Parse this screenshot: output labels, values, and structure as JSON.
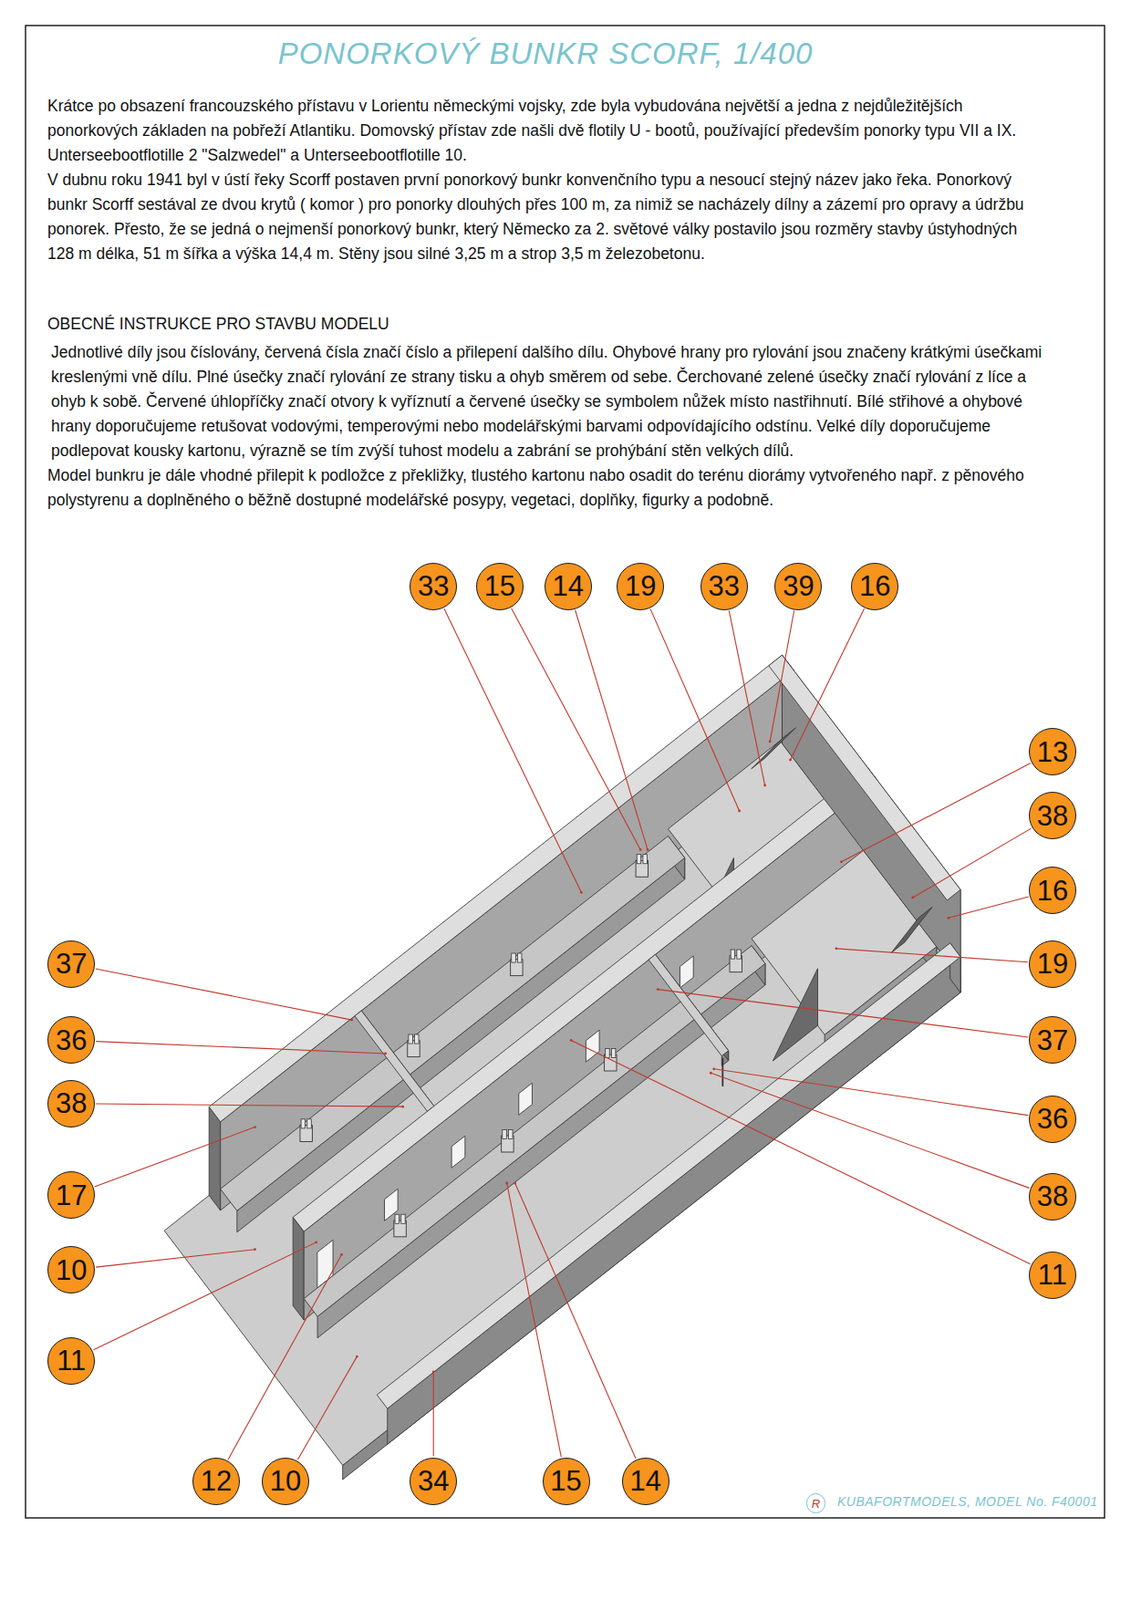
{
  "diagram": {
    "title": "PONORKOVÝ BUNKR SCORF, 1/400",
    "nodes": [
      {
        "text": [
          "33"
        ]
      },
      {
        "text": [
          "15"
        ]
      },
      {
        "text": [
          "14"
        ]
      },
      {
        "text": [
          "19"
        ]
      },
      {
        "text": [
          "33"
        ]
      },
      {
        "text": [
          "39"
        ]
      },
      {
        "text": [
          "16"
        ]
      },
      {
        "text": [
          "13"
        ]
      },
      {
        "text": [
          "38"
        ]
      },
      {
        "text": [
          "16"
        ]
      },
      {
        "text": [
          "19"
        ]
      },
      {
        "text": [
          "37"
        ]
      },
      {
        "text": [
          "36"
        ]
      },
      {
        "text": [
          "38"
        ]
      },
      {
        "text": [
          "11"
        ]
      },
      {
        "text": [
          "37"
        ]
      },
      {
        "text": [
          "36"
        ]
      },
      {
        "text": [
          "38"
        ]
      },
      {
        "text": [
          "17"
        ]
      },
      {
        "text": [
          "10"
        ]
      },
      {
        "text": [
          "11"
        ]
      },
      {
        "text": [
          "12"
        ]
      },
      {
        "text": [
          "10"
        ]
      },
      {
        "text": [
          "34"
        ]
      },
      {
        "text": [
          "15"
        ]
      },
      {
        "text": [
          "14"
        ]
      },
      {
        "text": [
          "R"
        ]
      }
    ],
    "labels": [
      "Krátce po obsazení francouzského přístavu v Lorientu německými vojsky, zde byla vybudována největší a jedna z nejdůležitějších ponorkových základen na pobřeží Atlantiku. Domovský přístav zde našli dvě flotily U - bootů, používající především ponorky typu VII a IX. Unterseebootflotille 2 \"Salzwedel\" a Unterseebootflotille 10.",
      "V dubnu roku 1941 byl v ústí řeky Scorff postaven první ponorkový bunkr konvenčního typu a nesoucí stejný název jako řeka. Ponorkový bunkr Scorff sestával ze dvou krytů ( komor ) pro ponorky dlouhých přes 100 m, za nimiž se nacházely dílny a zázemí pro opravy a údržbu ponorek. Přesto, že se jedná o nejmenší ponorkový bunkr, který Německo za 2. světové války postavilo jsou rozměry stavby ústyhodných 128 m délka, 51 m šířka a výška 14,4 m. Stěny jsou silné 3,25 m a strop 3,5 m železobetonu.",
      "OBECNÉ INSTRUKCE PRO STAVBU MODELU",
      "Jednotlivé díly jsou číslovány, červená čísla značí číslo a přilepení dalšího dílu. Ohybové hrany pro rylování jsou značeny krátkými úsečkami kreslenými vně dílu. Plné úsečky značí rylování ze strany tisku a ohyb směrem od sebe. Čerchované zelené úsečky značí rylování z líce a ohyb k sobě. Červené úhlopříčky značí otvory k vyříznutí a červené úsečky se symbolem nůžek místo nastřihnutí. Bílé střihové a ohybové hrany doporučujeme retušovat vodovými, temperovými nebo modelářskými barvami odpovídajícího odstínu. Velké díly doporučujeme podlepovat kousky kartonu, výrazně se tím zvýší tuhost modelu a zabrání se prohýbání stěn velkých dílů.",
      "Model bunkru je dále vhodné přilepit k podložce z překližky, tlustého kartonu nabo osadit do terénu diorámy vytvořeného např. z pěnového polystyrenu a doplněného o běžně dostupné modelářské posypy, vegetaci, doplňky, figurky a podobně.",
      "KUBAFORTMODELS, MODEL No. F40001"
    ]
  }
}
